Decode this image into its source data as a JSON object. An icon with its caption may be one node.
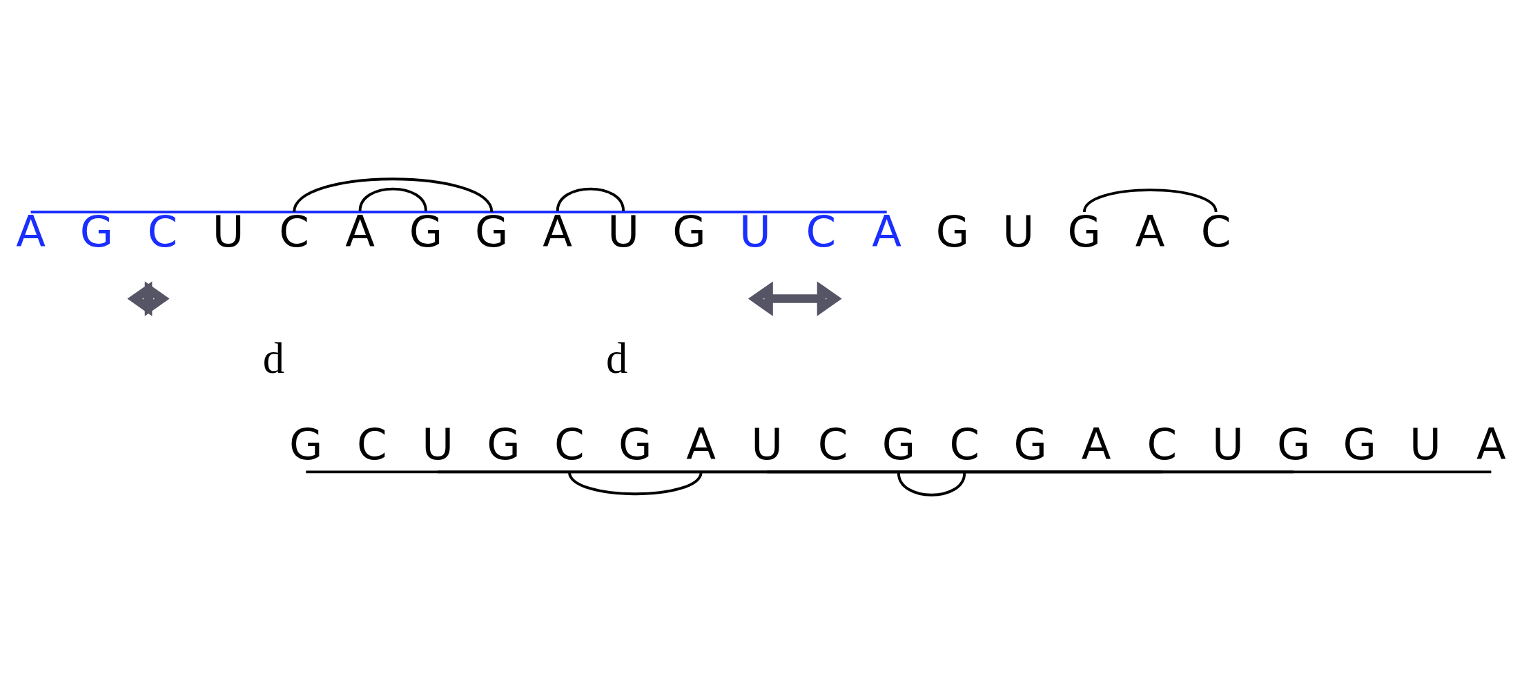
{
  "diagram": {
    "nodes": [
      {
        "text": [
          "A"
        ]
      },
      {
        "text": [
          "G"
        ]
      },
      {
        "text": [
          "C"
        ]
      },
      {
        "text": [
          "U"
        ]
      },
      {
        "text": [
          "C"
        ]
      },
      {
        "text": [
          "A"
        ]
      },
      {
        "text": [
          "G"
        ]
      },
      {
        "text": [
          "G"
        ]
      },
      {
        "text": [
          "A"
        ]
      },
      {
        "text": [
          "U"
        ]
      },
      {
        "text": [
          "G"
        ]
      },
      {
        "text": [
          "U"
        ]
      },
      {
        "text": [
          "C"
        ]
      },
      {
        "text": [
          "A"
        ]
      },
      {
        "text": [
          "G"
        ]
      },
      {
        "text": [
          "U"
        ]
      },
      {
        "text": [
          "G"
        ]
      },
      {
        "text": [
          "A"
        ]
      },
      {
        "text": [
          "C"
        ]
      },
      {
        "text": [
          "G"
        ]
      },
      {
        "text": [
          "C"
        ]
      },
      {
        "text": [
          "U"
        ]
      },
      {
        "text": [
          "G"
        ]
      },
      {
        "text": [
          "C"
        ]
      },
      {
        "text": [
          "G"
        ]
      },
      {
        "text": [
          "A"
        ]
      },
      {
        "text": [
          "U"
        ]
      },
      {
        "text": [
          "C"
        ]
      },
      {
        "text": [
          "G"
        ]
      },
      {
        "text": [
          "C"
        ]
      },
      {
        "text": [
          "G"
        ]
      },
      {
        "text": [
          "A"
        ]
      },
      {
        "text": [
          "C"
        ]
      },
      {
        "text": [
          "U"
        ]
      },
      {
        "text": [
          "G"
        ]
      },
      {
        "text": [
          "G"
        ]
      },
      {
        "text": [
          "U"
        ]
      },
      {
        "text": [
          "A"
        ]
      }
    ],
    "edges": [
      {
        "from": 0,
        "to": 13,
        "arrow": "none",
        "color": "#1a2eff"
      },
      {
        "from": 2,
        "to": 11,
        "arrow": "none",
        "color": "#1a2eff"
      },
      {
        "from": 4,
        "to": 7,
        "arrow": "none"
      },
      {
        "from": 5,
        "to": 6,
        "arrow": "none"
      },
      {
        "from": 8,
        "to": 9,
        "arrow": "none"
      },
      {
        "from": 16,
        "to": 18,
        "arrow": "none"
      },
      {
        "from": 19,
        "to": 34,
        "arrow": "none"
      },
      {
        "from": 21,
        "to": 32,
        "arrow": "none"
      },
      {
        "from": 23,
        "to": 25,
        "arrow": "none"
      },
      {
        "from": 26,
        "to": 37,
        "arrow": "none"
      },
      {
        "from": 28,
        "to": 29,
        "arrow": "none"
      }
    ],
    "labels": [
      "d",
      "d"
    ]
  }
}
